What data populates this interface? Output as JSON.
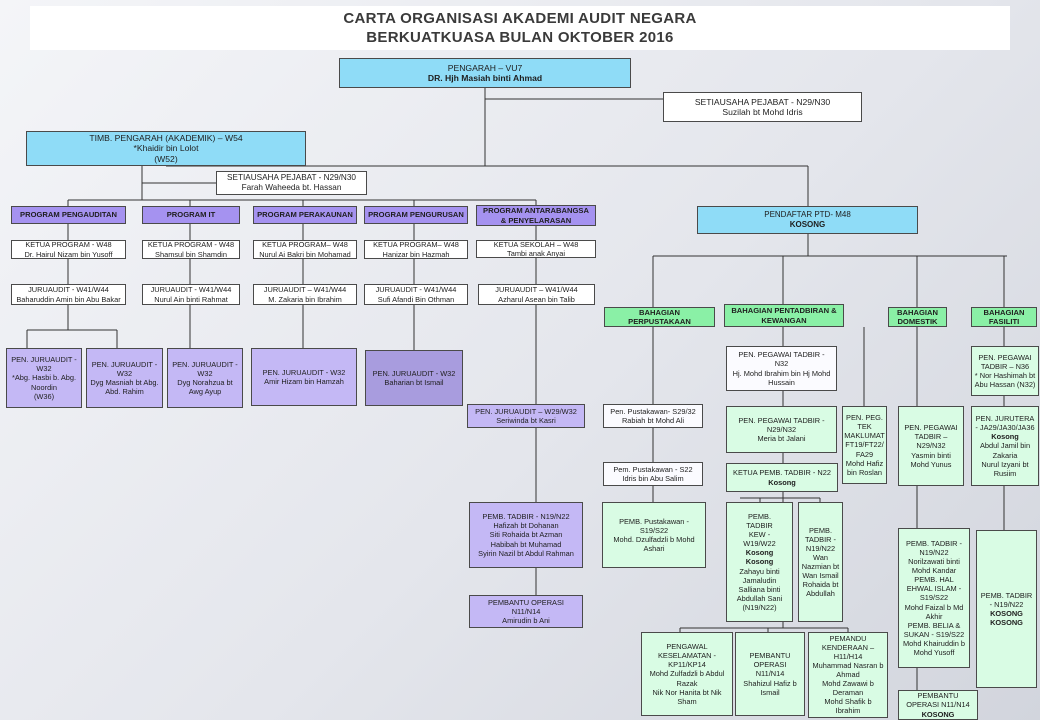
{
  "title": {
    "line1": "CARTA ORGANISASI AKADEMI AUDIT NEGARA",
    "line2": "BERKUATKUASA BULAN OKTOBER 2016"
  },
  "colors": {
    "top_box": "#8fdcf7",
    "program_box": "#a592f0",
    "ptd_section_box": "#8af0a6",
    "lower_staff_box": "#c4b8f5",
    "ptd_staff_box": "#d9fce4",
    "connector": "#333333"
  },
  "boxes": {
    "pengarah": {
      "lines": [
        "PENGARAH – VU7",
        "DR. Hjh Masiah binti Ahmad"
      ]
    },
    "sup_pengarah": {
      "lines": [
        "SETIAUSAHA PEJABAT - N29/N30",
        "Suzilah bt Mohd Idris"
      ]
    },
    "timb": {
      "lines": [
        "TIMB. PENGARAH (AKADEMIK) – W54",
        "*Khaidir bin Lolot",
        "(W52)"
      ]
    },
    "sup_timb": {
      "lines": [
        "SETIAUSAHA PEJABAT - N29/N30",
        "Farah Waheeda bt. Hassan"
      ]
    },
    "prog_pengauditan": {
      "lines": [
        "PROGRAM PENGAUDITAN"
      ]
    },
    "prog_it": {
      "lines": [
        "PROGRAM IT"
      ]
    },
    "prog_perakaunan": {
      "lines": [
        "PROGRAM PERAKAUNAN"
      ]
    },
    "prog_pengurusan": {
      "lines": [
        "PROGRAM PENGURUSAN"
      ]
    },
    "prog_antarabangsa": {
      "lines": [
        "PROGRAM ANTARABANGSA",
        "& PENYELARASAN"
      ]
    },
    "kp_pengauditan": {
      "lines": [
        "KETUA PROGRAM - W48",
        "Dr. Hairul Nizam bin Yusoff"
      ]
    },
    "kp_it": {
      "lines": [
        "KETUA PROGRAM - W48",
        "Shamsul bin Shamdin"
      ]
    },
    "kp_perakaunan": {
      "lines": [
        "KETUA PROGRAM– W48",
        "Nurul Ai Bakri bin Mohamad"
      ]
    },
    "kp_pengurusan": {
      "lines": [
        "KETUA PROGRAM– W48",
        "Hanizar bin Hazmah"
      ]
    },
    "ks_antarabangsa": {
      "lines": [
        "KETUA SEKOLAH – W48",
        "Tambi anak Anyai"
      ]
    },
    "ja_pengauditan": {
      "lines": [
        "JURUAUDIT - W41/W44",
        "Baharuddin Amin bin Abu Bakar"
      ]
    },
    "ja_it": {
      "lines": [
        "JURUAUDIT - W41/W44",
        "Nurul Ain binti Rahmat"
      ]
    },
    "ja_perakaunan": {
      "lines": [
        "JURUAUDIT – W41/W44",
        "M. Zakaria bin Ibrahim"
      ]
    },
    "ja_pengurusan": {
      "lines": [
        "JURUAUDIT - W41/W44",
        "Sufi Afandi Bin Othman"
      ]
    },
    "ja_antarabangsa": {
      "lines": [
        "JURUAUDIT – W41/W44",
        "Azharul Asean bin Talib"
      ]
    },
    "pj_1": {
      "lines": [
        "PEN. JURUAUDIT -",
        "W32",
        "*Abg. Hasbi b. Abg.",
        "Noordin",
        "(W36)"
      ]
    },
    "pj_2": {
      "lines": [
        "PEN. JURUAUDIT -",
        "W32",
        "Dyg Masniah bt Abg.",
        "Abd. Rahim"
      ]
    },
    "pj_3": {
      "lines": [
        "PEN. JURUAUDIT -",
        "W32",
        "Dyg Norahzua bt",
        "Awg Ayup"
      ]
    },
    "pj_4": {
      "lines": [
        "PEN. JURUAUDIT - W32",
        "Amir Hizam bin Hamzah"
      ]
    },
    "pj_5": {
      "lines": [
        "PEN. JURUAUDIT - W32",
        "Baharian bt Ismail"
      ]
    },
    "pj_6": {
      "lines": [
        "PEN. JURUAUDIT – W29/W32",
        "Seriwinda bt Kasri"
      ]
    },
    "pemb_tadbir_prog": {
      "lines": [
        "PEMB. TADBIR - N19/N22",
        "Hafizah bt Dohanan",
        "Siti Rohaida bt Azman",
        "Habibah bt Muhamad",
        "Syirin Nazil bt Abdul Rahman"
      ]
    },
    "pembantu_operasi_prog": {
      "lines": [
        "PEMBANTU OPERASI",
        "N11/N14",
        "Amirudin b Ani"
      ]
    },
    "pendaftar": {
      "lines": [
        "PENDAFTAR PTD- M48",
        "KOSONG"
      ]
    },
    "bhg_perpustakaan": {
      "lines": [
        "BAHAGIAN",
        "PERPUSTAKAAN"
      ]
    },
    "bhg_pentadbiran": {
      "lines": [
        "BAHAGIAN PENTADBIRAN &",
        "KEWANGAN"
      ]
    },
    "bhg_domestik": {
      "lines": [
        "BAHAGIAN",
        "DOMESTIK"
      ]
    },
    "bhg_fasiliti": {
      "lines": [
        "BAHAGIAN",
        "FASILITI"
      ]
    },
    "pus_1": {
      "lines": [
        "Pen. Pustakawan- S29/32",
        "Rabiah bt Mohd Ali"
      ]
    },
    "pus_2": {
      "lines": [
        "Pem. Pustakawan - S22",
        "Idris bin Abu Salim"
      ]
    },
    "pus_3": {
      "lines": [
        "PEMB. Pustakawan -",
        "S19/S22",
        "Mohd. Dzulfadzli b Mohd",
        "Ashari"
      ]
    },
    "ppt_1": {
      "lines": [
        "PEN. PEGAWAI TADBIR -",
        "N32",
        "Hj. Mohd Ibrahim bin Hj Mohd",
        "Hussain"
      ]
    },
    "ppt_2": {
      "lines": [
        "PEN. PEGAWAI TADBIR -",
        "N29/N32",
        "Meria bt Jalani"
      ]
    },
    "ketua_pemb_tadbir": {
      "lines": [
        "KETUA PEMB. TADBIR - N22",
        "Kosong"
      ]
    },
    "pemb_tadbir_kew": {
      "lines": [
        "PEMB.",
        "TADBIR",
        "KEW -",
        "W19/W22",
        "Kosong",
        "Kosong",
        "Zahayu binti",
        "Jamaludin",
        " ",
        "Salliana binti",
        "Abdullah Sani",
        "(N19/N22)"
      ]
    },
    "pemb_tadbir_n19": {
      "lines": [
        "PEMB.",
        "TADBIR -",
        "N19/N22",
        " ",
        "Wan",
        "Nazmian bt",
        "Wan Ismail",
        " ",
        "Rohaida bt",
        "Abdullah"
      ]
    },
    "pen_peg_tek": {
      "lines": [
        "PEN. PEG.",
        "TEK",
        "MAKLUMAT",
        "FT19/FT22/",
        "FA29",
        "Mohd Hafiz",
        "bin Roslan"
      ]
    },
    "pengawal": {
      "lines": [
        "PENGAWAL",
        "KESELAMATAN -",
        "KP11/KP14",
        "Mohd Zulfadzli b Abdul",
        "Razak",
        " ",
        "Nik Nor Hanita bt Nik",
        "Sham"
      ]
    },
    "pembantu_operasi_ptd": {
      "lines": [
        "PEMBANTU",
        "OPERASI",
        "N11/N14",
        "Shahizul Hafiz b",
        "Ismail"
      ]
    },
    "pemandu": {
      "lines": [
        "PEMANDU",
        "KENDERAAN –",
        "H11/H14",
        "Muhammad Nasran b",
        "Ahmad",
        "Mohd Zawawi b",
        "Deraman",
        "Mohd Shafik b",
        "Ibrahim"
      ]
    },
    "dom_ppt": {
      "lines": [
        "PEN. PEGAWAI",
        "TADBIR –",
        "N29/N32",
        "Yasmin binti",
        "Mohd Yunus"
      ]
    },
    "dom_staff": {
      "lines": [
        "PEMB. TADBIR -",
        "N19/N22",
        "Norilzawati binti",
        "Mohd Kandar",
        " ",
        "PEMB. HAL",
        "EHWAL ISLAM -",
        "S19/S22",
        "Mohd Faizal b Md",
        "Akhir",
        " ",
        "PEMB. BELIA &",
        "SUKAN - S19/S22",
        "Mohd Khairuddin b",
        "Mohd Yusoff"
      ]
    },
    "dom_pembantu_operasi": {
      "lines": [
        "PEMBANTU",
        "OPERASI N11/N14",
        "KOSONG"
      ]
    },
    "fas_ppt": {
      "lines": [
        "PEN. PEGAWAI",
        "TADBIR – N36",
        "* Nor Hashimah bt",
        "Abu Hassan (N32)"
      ]
    },
    "fas_jurutera": {
      "lines": [
        "PEN. JURUTERA",
        "- JA29/JA30/JA36",
        "Kosong",
        "Abdul Jamil bin",
        "Zakaria",
        "Nurul Izyani bt",
        "Rusiim"
      ]
    },
    "fas_pemb_tadbir": {
      "lines": [
        "PEMB. TADBIR",
        "- N19/N22",
        " ",
        "KOSONG",
        " ",
        "KOSONG"
      ]
    }
  }
}
